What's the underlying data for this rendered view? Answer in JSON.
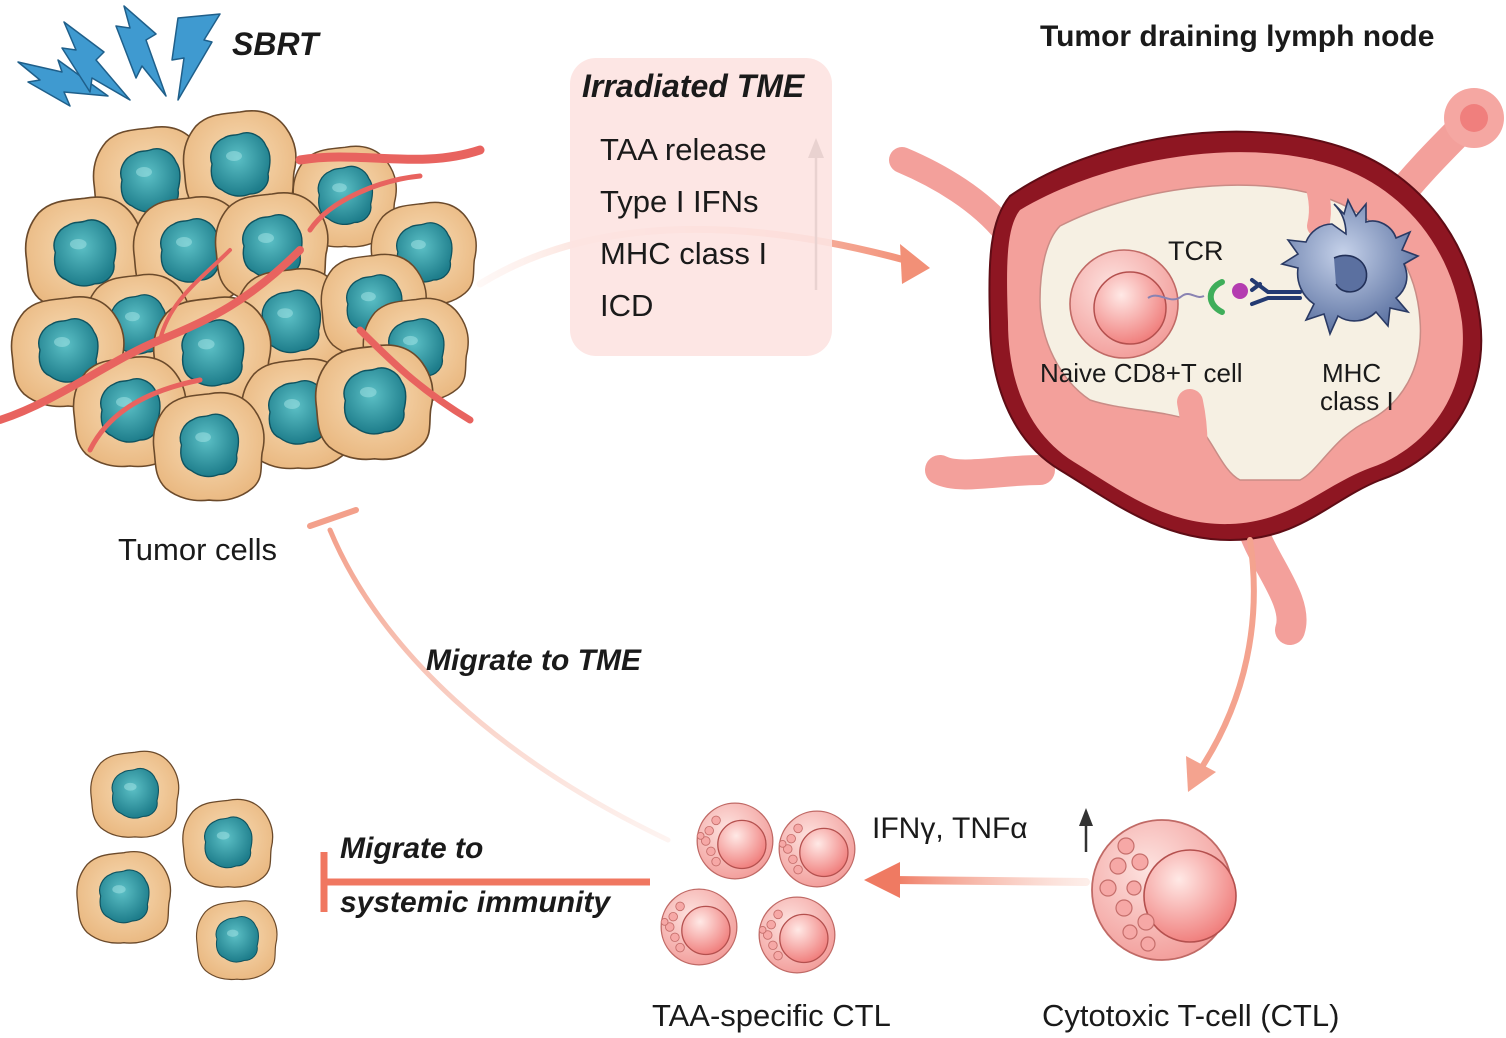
{
  "labels": {
    "sbrt": "SBRT",
    "tumor_cells": "Tumor cells",
    "lymph_node_title": "Tumor draining lymph node",
    "tcr": "TCR",
    "naive_cell": "Naive CD8+T cell",
    "mhc_line1": "MHC",
    "mhc_line2": "class I",
    "migrate_tme": "Migrate to TME",
    "migrate_sys_line1": "Migrate to",
    "migrate_sys_line2": "systemic immunity",
    "cytokines": "IFNγ,  TNFα",
    "taa_ctl": "TAA-specific CTL",
    "ctl": "Cytotoxic T-cell (CTL)"
  },
  "irradiated_tme": {
    "title": "Irradiated TME",
    "items": [
      "TAA release",
      "Type I IFNs",
      "MHC class I",
      "ICD"
    ]
  },
  "colors": {
    "arrow": "#f4a38f",
    "arrow_strong": "#ef7a62",
    "cell_outer": "#f2c998",
    "nucleus": "#2e9aa6",
    "ctl_pink": "#f6a9a7",
    "node_dark": "#8e1622",
    "node_pink": "#f3a09b",
    "node_inner": "#f6f0e3",
    "dendritic": "#6f83ad",
    "bolt": "#3f9ad0"
  }
}
